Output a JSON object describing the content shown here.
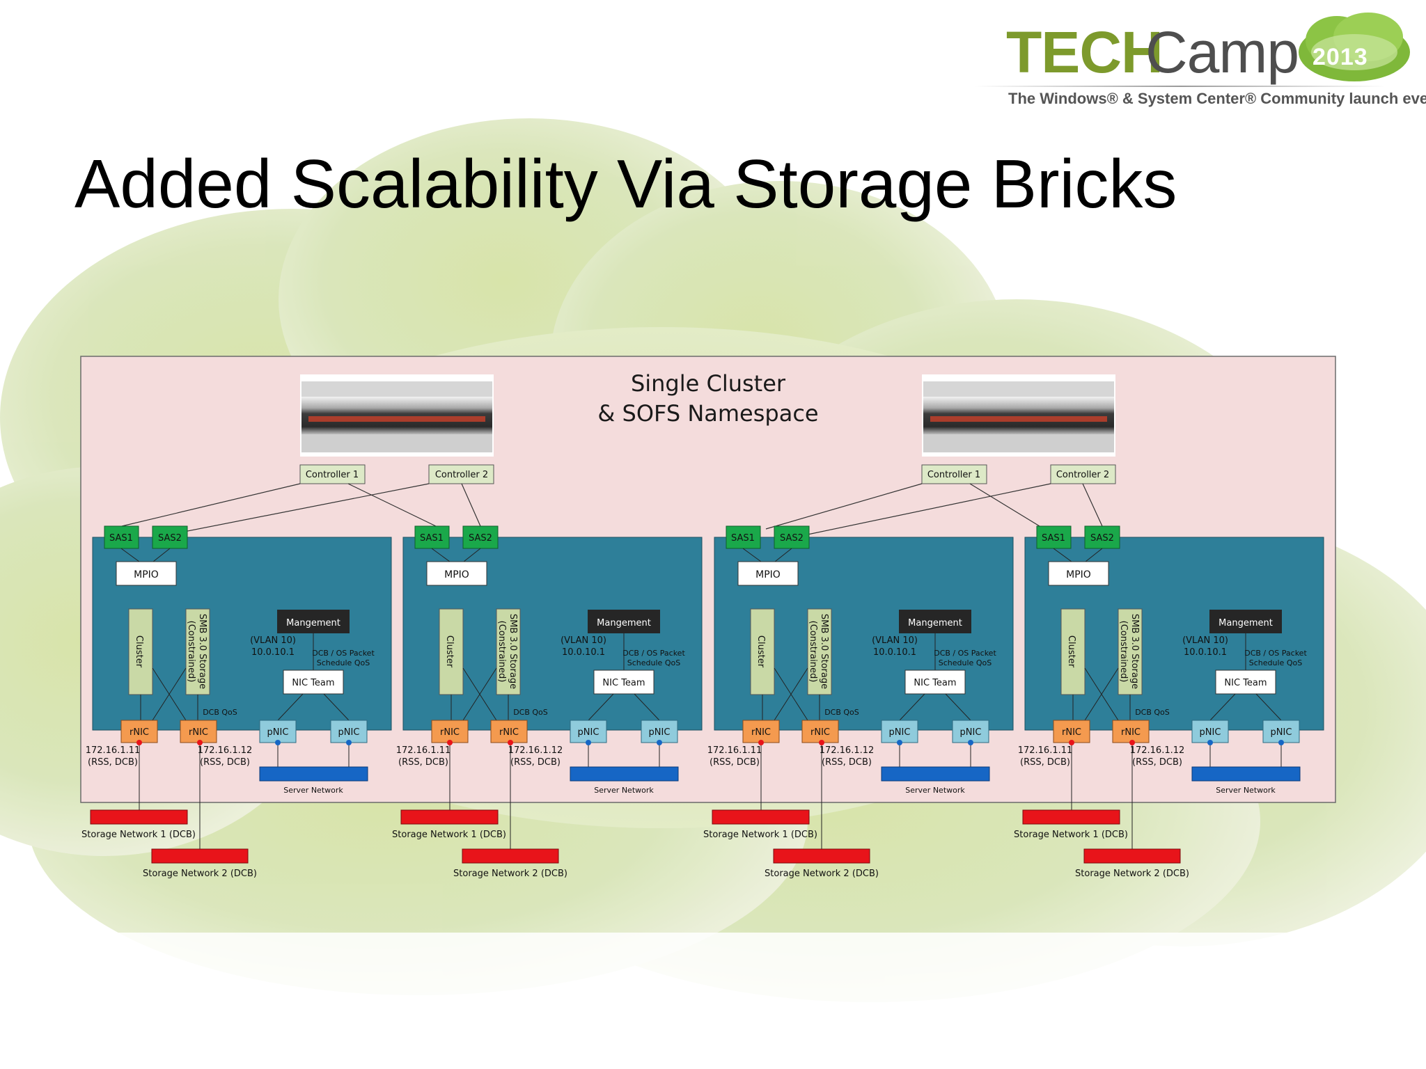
{
  "slide": {
    "title": "Added Scalability Via Storage Bricks"
  },
  "logo": {
    "brand_tech": "TECH",
    "brand_camp": "Camp",
    "year": "2013",
    "tagline": "The Windows® & System Center® Community launch event."
  },
  "diagram": {
    "cluster_title_line1": "Single Cluster",
    "cluster_title_line2": "& SOFS Namespace",
    "controller1_label": "Controller 1",
    "controller2_label": "Controller 2",
    "sas1_label": "SAS1",
    "sas2_label": "SAS2",
    "mpio_label": "MPIO",
    "cluster_label": "Cluster",
    "smb_label_line1": "SMB 3.0 Storage",
    "smb_label_line2": "(Constrained)",
    "management_label": "Mangement",
    "vlan_line1": "(VLAN 10)",
    "vlan_line2": "10.0.10.1",
    "dcb_os_line1": "DCB / OS Packet",
    "dcb_os_line2": "Schedule QoS",
    "nic_team_label": "NIC Team",
    "dcb_qos_label": "DCB QoS",
    "rnic_label": "rNIC",
    "pnic_label": "pNIC",
    "rnic1_ip": "172.16.1.11",
    "rnic2_ip": "172.16.1.12",
    "rss_dcb": "(RSS, DCB)",
    "server_network_label": "Server Network",
    "storage_network1_label": "Storage Network 1 (DCB)",
    "storage_network2_label": "Storage Network 2 (DCB)",
    "colors": {
      "outer_box": "#f4dcdc",
      "node_box": "#2e7f99",
      "sas": "#1aa84a",
      "cluster_smb": "#c9d9a6",
      "management": "#262626",
      "rnic": "#f49a4f",
      "pnic": "#8fcbdc",
      "server_network": "#1666c5",
      "storage_network": "#e8141a",
      "controller": "#dde9c7"
    }
  }
}
